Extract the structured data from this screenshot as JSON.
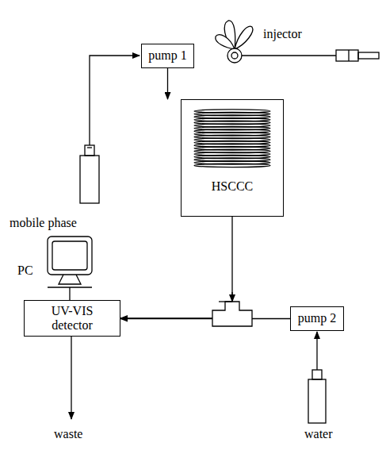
{
  "diagram": {
    "nodes": [
      {
        "text": [
          "pump 1"
        ]
      },
      {
        "text": [
          "HSCCC"
        ]
      },
      {
        "text": [
          "UV-VIS detector"
        ]
      },
      {
        "text": [
          "pump 2"
        ]
      }
    ],
    "edges": [
      {
        "from": 0,
        "to": 1,
        "arrow": "to"
      },
      {
        "from": 1,
        "to": 2,
        "arrow": "to"
      },
      {
        "from": 3,
        "to": 2,
        "arrow": "to"
      }
    ],
    "labels": [
      "injector",
      "mobile phase",
      "PC",
      "waste",
      "water"
    ]
  }
}
